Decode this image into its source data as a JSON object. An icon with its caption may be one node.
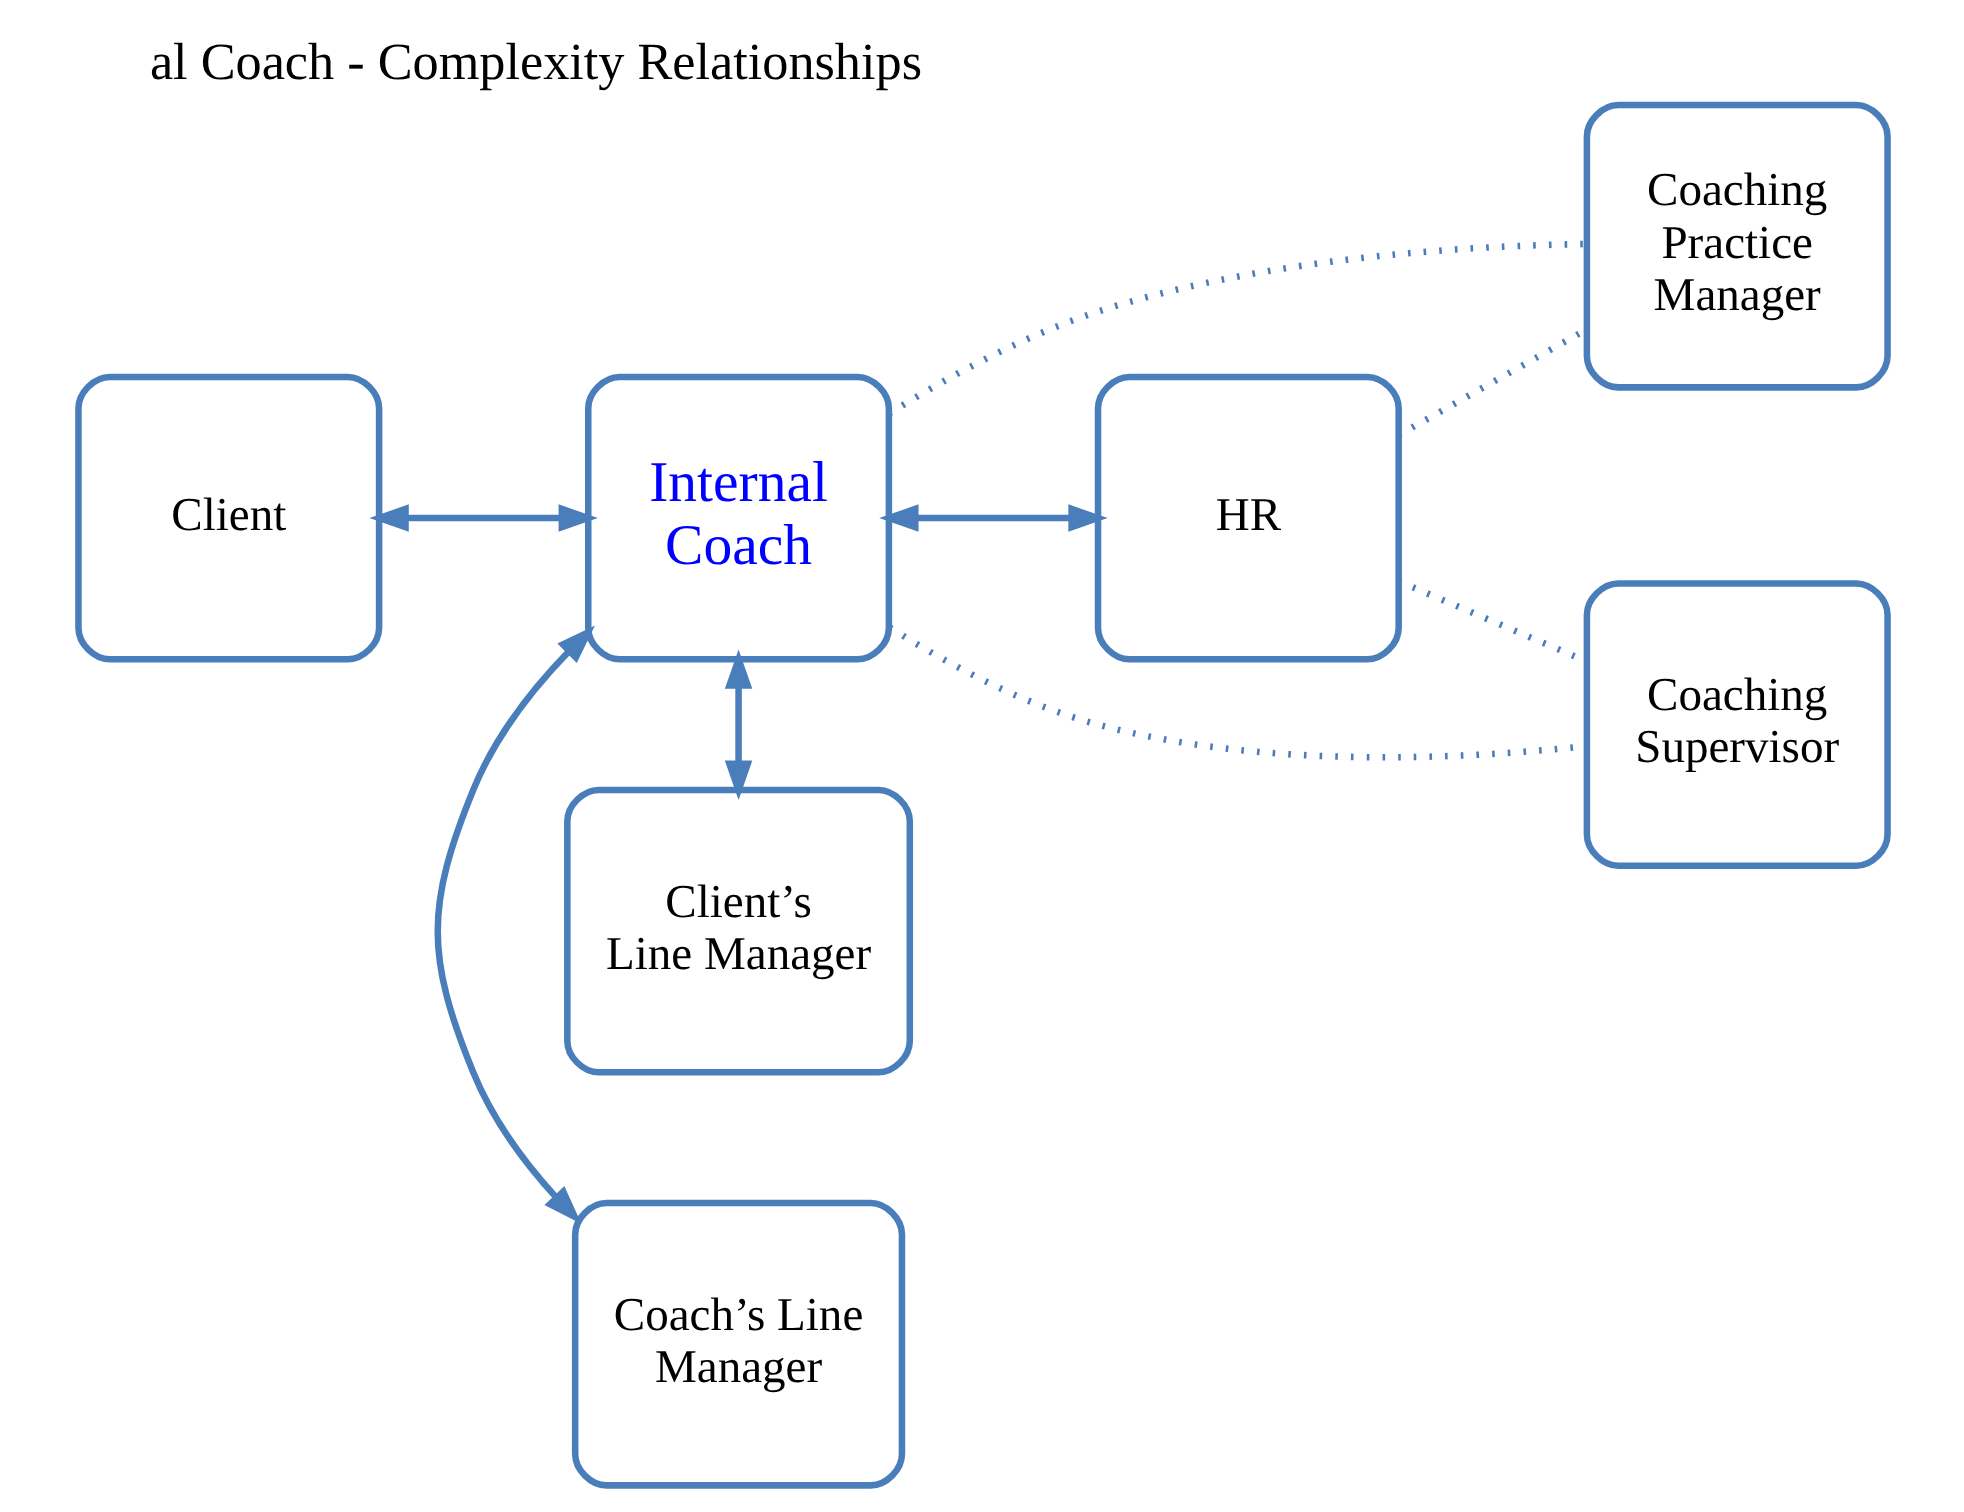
{
  "diagram": {
    "title": "al Coach - Complexity Relationships",
    "nodes": [
      {
        "text": [
          "Coach’s Line Manager"
        ]
      },
      {
        "text": [
          "Coaching Practice Manager"
        ]
      },
      {
        "text": [
          "Client"
        ]
      },
      {
        "text": [
          "Internal Coach"
        ]
      },
      {
        "text": [
          "HR"
        ]
      },
      {
        "text": [
          "Client’s Line Manager"
        ]
      },
      {
        "text": [
          "Coaching Supervisor"
        ]
      }
    ],
    "edges": [
      {
        "from": 3,
        "to": 0,
        "arrow": "both"
      },
      {
        "from": 3,
        "to": 2,
        "arrow": "both"
      },
      {
        "from": 3,
        "to": 4,
        "arrow": "both"
      },
      {
        "from": 3,
        "to": 5,
        "arrow": "both"
      },
      {
        "from": 3,
        "to": 1,
        "arrow": "none",
        "style": "dashed"
      },
      {
        "from": 4,
        "to": 1,
        "arrow": "none",
        "style": "dashed"
      },
      {
        "from": 4,
        "to": 6,
        "arrow": "none",
        "style": "dashed"
      },
      {
        "from": 3,
        "to": 6,
        "arrow": "none",
        "style": "dashed"
      }
    ]
  }
}
